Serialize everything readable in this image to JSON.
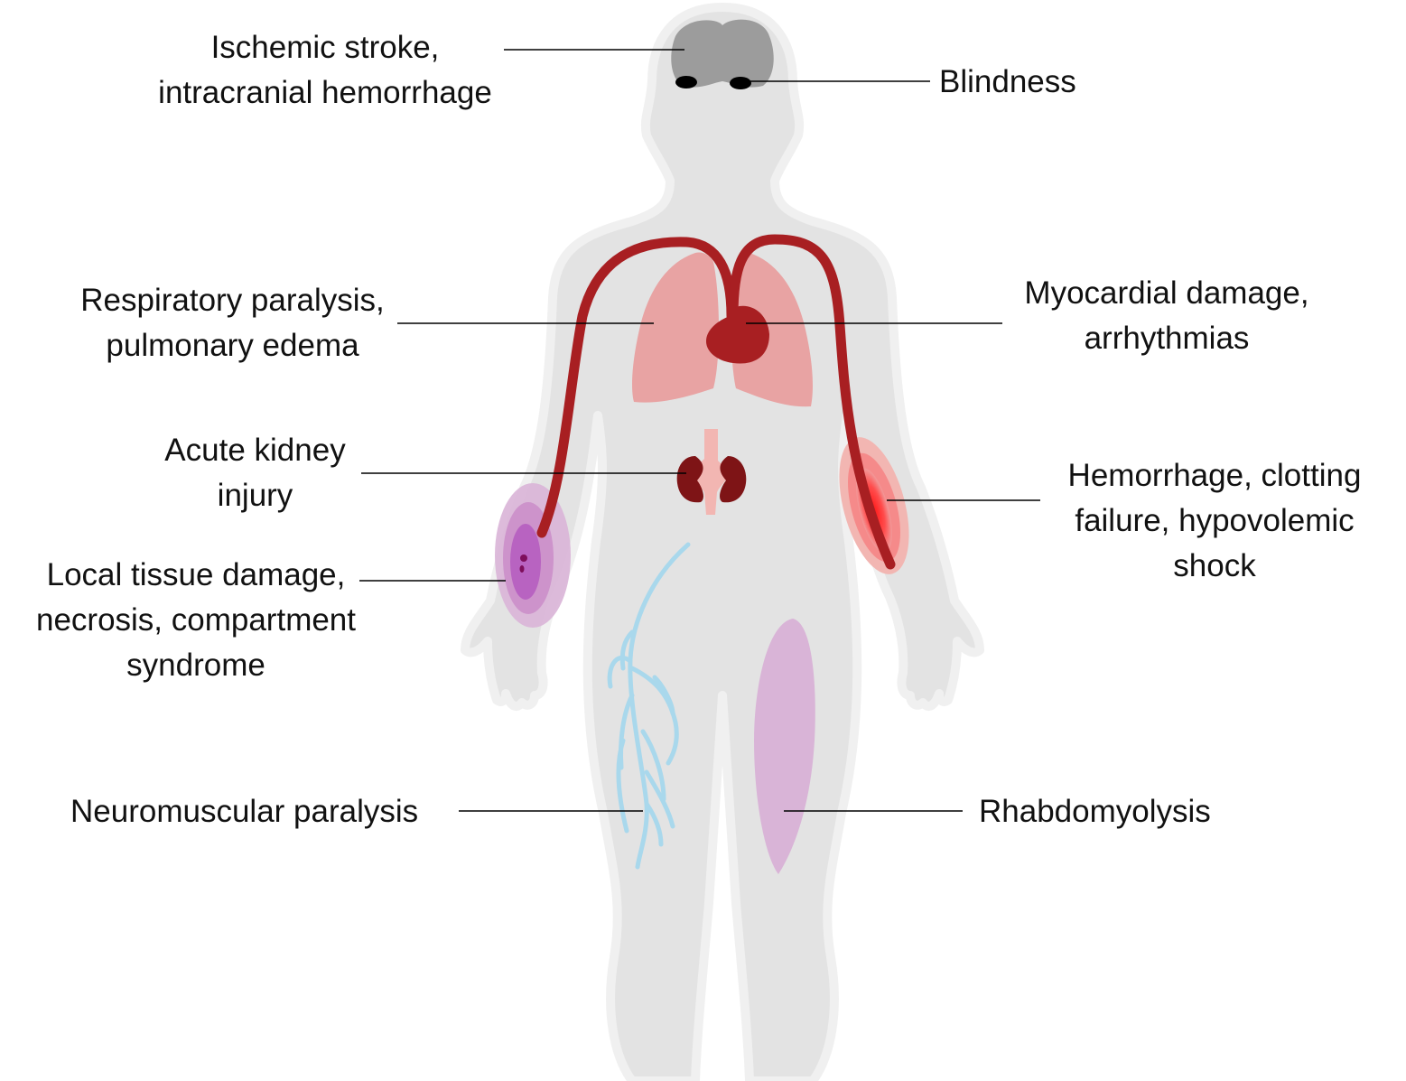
{
  "colors": {
    "body": "#e3e3e3",
    "outline": "#f0f0f0",
    "brain": "#9c9c9c",
    "eyes": "#000000",
    "artery": "#a81f22",
    "lungs": "#e8a3a3",
    "kidneys": "#7e1416",
    "aorta": "#f2b6b2",
    "nerve": "#a9d8ec",
    "muscle": "#d9b4d7",
    "bruise_purple": "#b45ac0",
    "hemorrhage_red": "#ff2e2e",
    "leader_line": "#000000"
  },
  "labels": {
    "stroke": {
      "line1": "Ischemic stroke,",
      "line2": "intracranial hemorrhage"
    },
    "blindness": {
      "line1": "Blindness"
    },
    "respiratory": {
      "line1": "Respiratory paralysis,",
      "line2": "pulmonary edema"
    },
    "myocardial": {
      "line1": "Myocardial damage,",
      "line2": "arrhythmias"
    },
    "kidney": {
      "line1": "Acute kidney",
      "line2": "injury"
    },
    "hemorrhage": {
      "line1": "Hemorrhage, clotting",
      "line2": "failure, hypovolemic",
      "line3": "shock"
    },
    "local_tissue": {
      "line1": "Local tissue damage,",
      "line2": "necrosis, compartment",
      "line3": "syndrome"
    },
    "neuromuscular": {
      "line1": "Neuromuscular paralysis"
    },
    "rhabdo": {
      "line1": "Rhabdomyolysis"
    }
  }
}
